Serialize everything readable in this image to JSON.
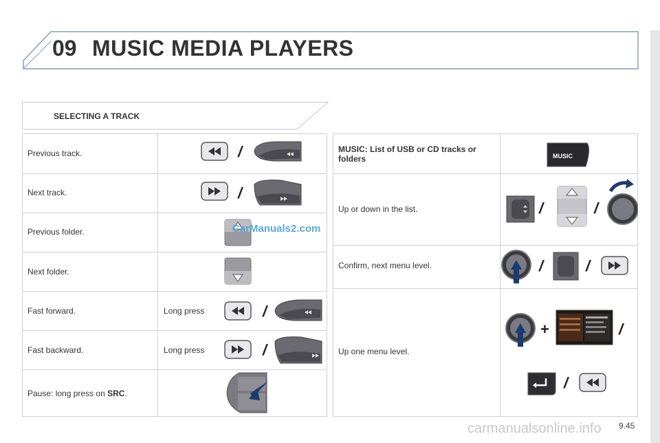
{
  "header": {
    "chapter_number": "09",
    "chapter_title": "MUSIC MEDIA PLAYERS"
  },
  "section": {
    "title": "SELECTING A TRACK"
  },
  "left_table": {
    "rows": [
      {
        "label": "Previous track.",
        "action": ""
      },
      {
        "label": "Next track.",
        "action": ""
      },
      {
        "label": "Previous folder.",
        "action": ""
      },
      {
        "label": "Next folder.",
        "action": ""
      },
      {
        "label": "Fast forward.",
        "action": "Long press"
      },
      {
        "label": "Fast backward.",
        "action": "Long press"
      },
      {
        "label": "Pause: long press on ",
        "label_bold": "SRC",
        "label_end": ".",
        "action": ""
      }
    ]
  },
  "right_table": {
    "rows": [
      {
        "label": "MUSIC: List of USB or CD tracks or folders"
      },
      {
        "label": "Up or down in the list."
      },
      {
        "label": "Confirm, next menu level."
      },
      {
        "label": "Up one menu level."
      }
    ]
  },
  "music_button_label": "MUSIC",
  "separator": "/",
  "plus": "+",
  "page_number": "9.45",
  "watermark": "CarManuals2.com",
  "footer_watermark": "carmanualsonline.info"
}
